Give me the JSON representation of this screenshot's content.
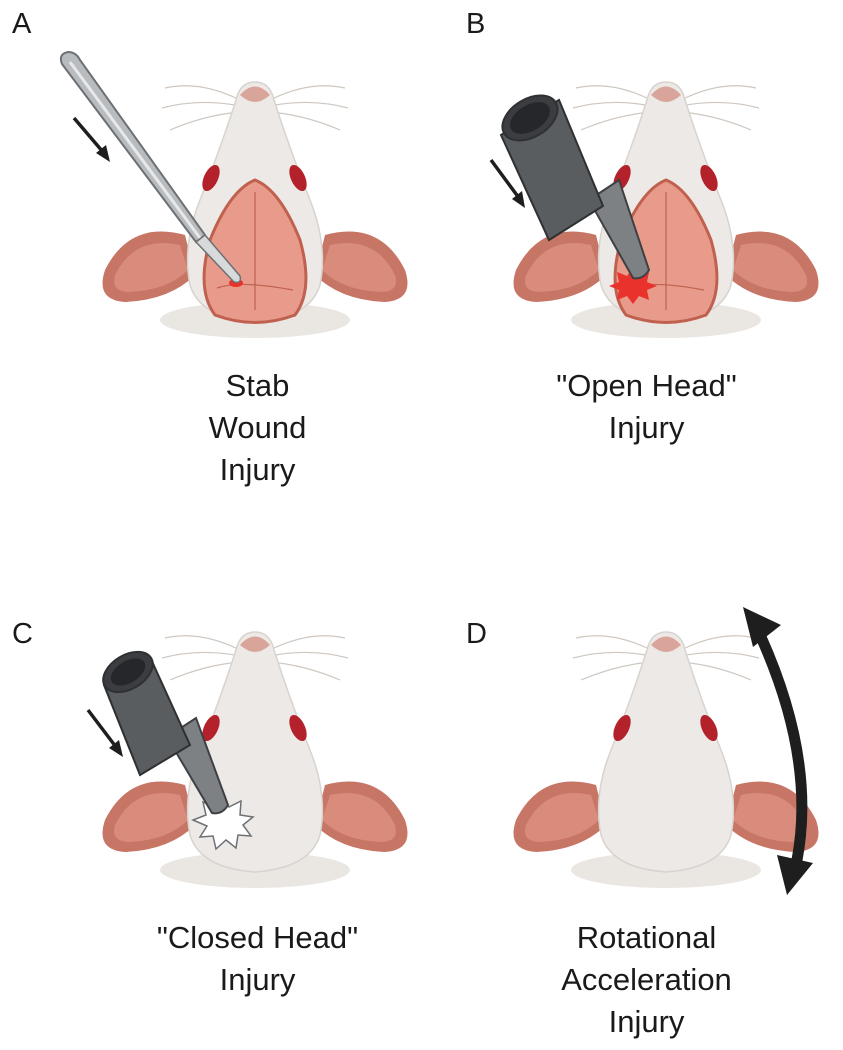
{
  "panels": [
    {
      "letter": "A",
      "caption_lines": [
        "Stab",
        "Wound",
        "Injury"
      ],
      "instrument": "scalpel-icon",
      "mark": "stab-wound"
    },
    {
      "letter": "B",
      "caption_lines": [
        "\"Open Head\"",
        "Injury"
      ],
      "instrument": "impactor-icon",
      "mark": "exposed-brain-impact"
    },
    {
      "letter": "C",
      "caption_lines": [
        "\"Closed Head\"",
        "Injury"
      ],
      "instrument": "impactor-icon",
      "mark": "skull-impact"
    },
    {
      "letter": "D",
      "caption_lines": [
        "Rotational",
        "Acceleration",
        "Injury"
      ],
      "instrument": "rotation-arrow-icon",
      "mark": "none"
    }
  ],
  "colors": {
    "fur": "#ece9e6",
    "fur_shadow": "#d8d3ce",
    "ear_inner": "#d98b7c",
    "ear_outer": "#c77565",
    "eye": "#b3212a",
    "brain": "#e89b8a",
    "brain_rim": "#c0604f",
    "impactor": "#5a5d60",
    "arrow": "#1e1e1e",
    "wound": "#e8322b"
  }
}
